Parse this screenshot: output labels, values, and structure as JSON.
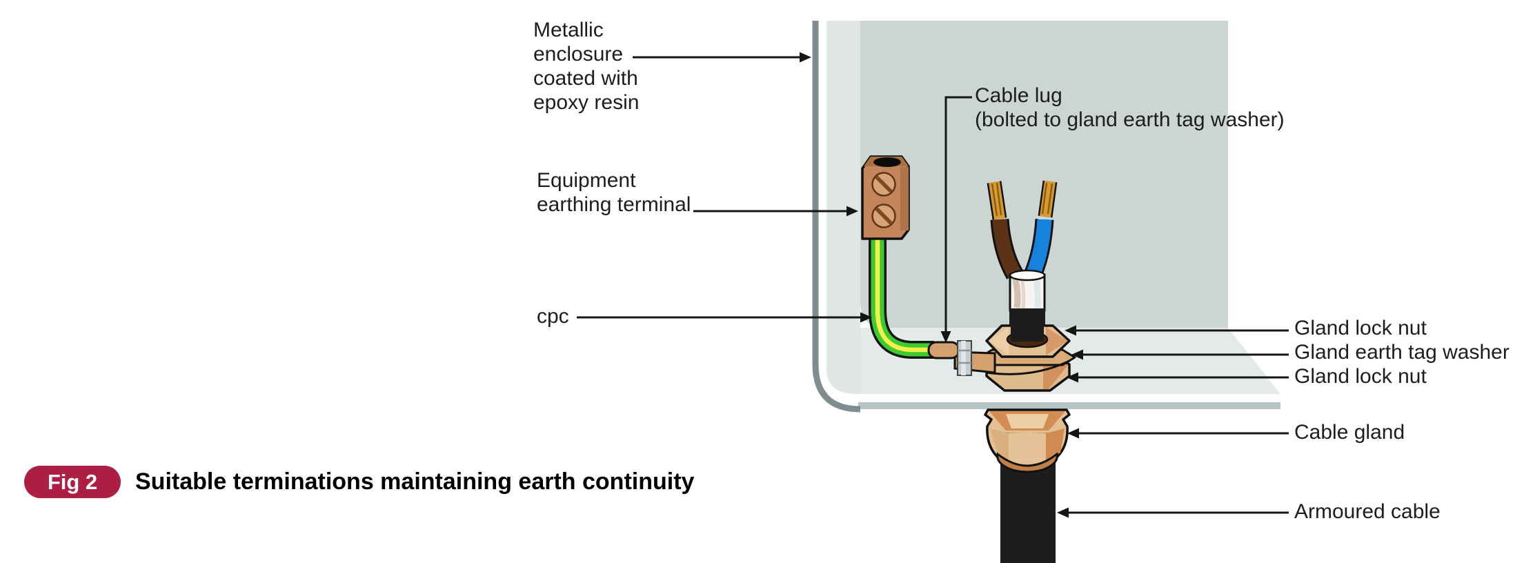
{
  "figure": {
    "badge": "Fig 2",
    "caption": "Suitable terminations maintaining earth continuity",
    "badge_color": "#ad1e43"
  },
  "labels": {
    "metallic_enclosure": "Metallic\nenclosure\ncoated with\nepoxy resin",
    "equipment_earthing_terminal": "Equipment\nearthing terminal",
    "cpc": "cpc",
    "cable_lug": "Cable lug\n(bolted to gland earth tag washer)",
    "gland_lock_nut_top": "Gland lock nut",
    "gland_earth_tag_washer": "Gland earth tag washer",
    "gland_lock_nut_bottom": "Gland lock nut",
    "cable_gland": "Cable gland",
    "armoured_cable": "Armoured cable"
  },
  "colors": {
    "panel_back": "#cbd5d1",
    "panel_side": "#dfe6e3",
    "panel_floor": "#e4e9ea",
    "edge_dark": "#7e8e90",
    "edge_band": "#b5c3c5",
    "copper_block": "#c5855b",
    "copper_block_dark": "#a8713f",
    "screw": "#d7a478",
    "screw_slash": "#7c4a22",
    "cpc_green": "#3ccc2e",
    "cpc_yellow": "#f4ef4d",
    "brass_light": "#e4c195",
    "brass_mid": "#d8ab78",
    "brass_dark": "#d1905c",
    "bolt_silver": "#c6ccce",
    "cable_black": "#1d1d1d",
    "wire_brown": "#5d3318",
    "wire_blue": "#1583de",
    "copper_strand": "#d89a2e",
    "sheath_white": "#f6f4f0",
    "label_ink": "#1d1d1b"
  }
}
